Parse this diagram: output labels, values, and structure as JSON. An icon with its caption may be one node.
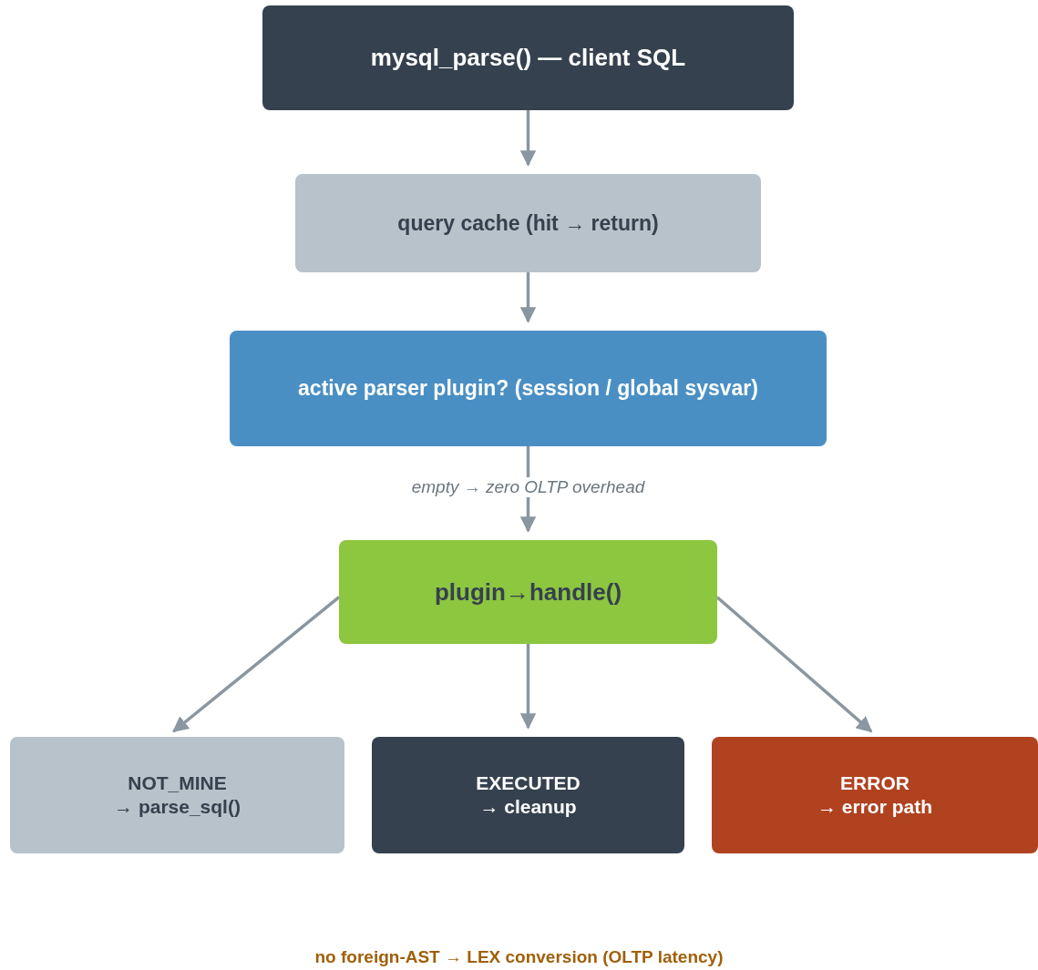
{
  "diagram": {
    "nodes": [
      {
        "text": [
          "mysql_parse()  —  client SQL"
        ]
      },
      {
        "text": [
          "query cache  (hit → return)"
        ]
      },
      {
        "text": [
          "active parser plugin?  (session / global sysvar)"
        ]
      },
      {
        "text": [
          "plugin→handle()"
        ]
      },
      {
        "text": [
          "NOT_MINE",
          "→ parse_sql()"
        ]
      },
      {
        "text": [
          "EXECUTED",
          "→ cleanup"
        ]
      },
      {
        "text": [
          "ERROR",
          "→ error path"
        ]
      }
    ],
    "edges": [
      {
        "from": 0,
        "to": 1,
        "arrow": "to"
      },
      {
        "from": 1,
        "to": 2,
        "arrow": "to"
      },
      {
        "from": 2,
        "to": 3,
        "arrow": "to",
        "label": "empty → zero OLTP overhead"
      },
      {
        "from": 3,
        "to": 4,
        "arrow": "to"
      },
      {
        "from": 3,
        "to": 5,
        "arrow": "to"
      },
      {
        "from": 3,
        "to": 6,
        "arrow": "to"
      }
    ],
    "labels": [
      "no foreign-AST → LEX conversion  (OLTP latency)"
    ]
  }
}
